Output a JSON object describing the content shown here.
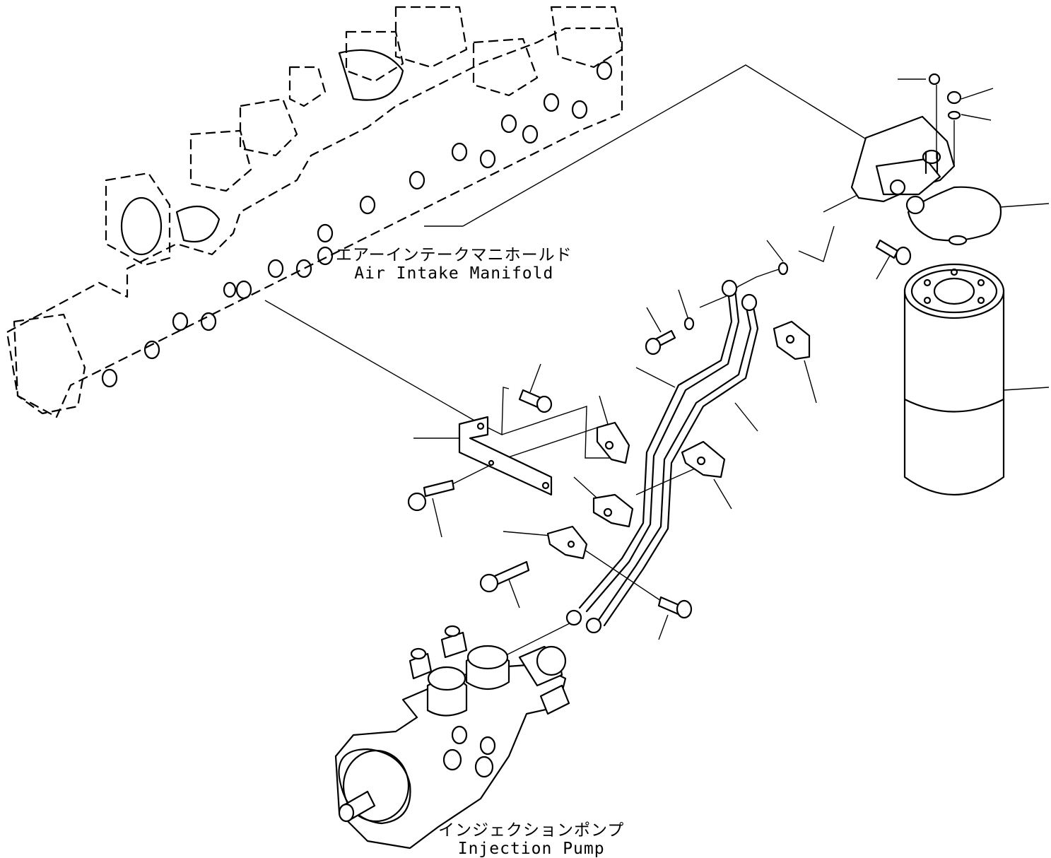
{
  "labels": {
    "manifold": {
      "jp": "エアーインテークマニホールド",
      "en": "Air Intake Manifold"
    },
    "pump": {
      "jp": "インジェクションポンプ",
      "en": "Injection Pump"
    }
  },
  "colors": {
    "line": "#000000",
    "background": "#ffffff"
  }
}
